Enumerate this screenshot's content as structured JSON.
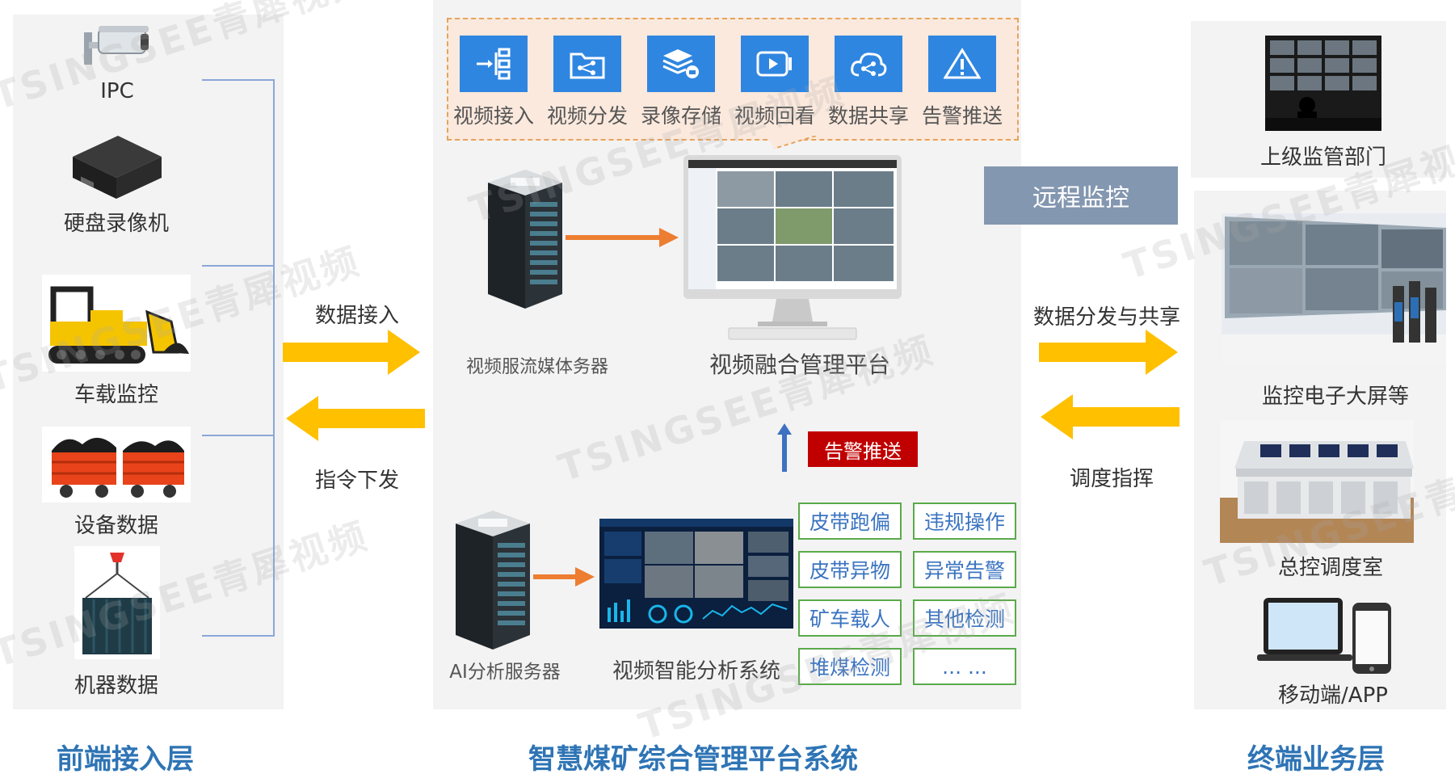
{
  "colors": {
    "accent_blue": "#2e74b5",
    "icon_blue": "#2f86e0",
    "arrow_yellow": "#ffc000",
    "arrow_orange": "#ed7d31",
    "alert_red": "#c00000",
    "tag_border": "#5aaa4a",
    "remote_box": "#8497b0"
  },
  "left": {
    "devices": [
      {
        "label": "IPC",
        "icon": "camera-icon"
      },
      {
        "label": "硬盘录像机",
        "icon": "dvr-icon"
      },
      {
        "label": "车载监控",
        "icon": "bulldozer-icon"
      },
      {
        "label": "设备数据",
        "icon": "mine-cart-icon"
      },
      {
        "label": "机器数据",
        "icon": "container-crane-icon"
      }
    ],
    "title": "前端接入层"
  },
  "arrows": {
    "left_in": "数据接入",
    "left_out": "指令下发",
    "right_out": "数据分发与共享",
    "right_in": "调度指挥"
  },
  "center": {
    "functions": [
      {
        "label": "视频接入",
        "icon": "video-access-icon"
      },
      {
        "label": "视频分发",
        "icon": "share-folder-icon"
      },
      {
        "label": "录像存储",
        "icon": "storage-icon"
      },
      {
        "label": "视频回看",
        "icon": "playback-icon"
      },
      {
        "label": "数据共享",
        "icon": "cloud-share-icon"
      },
      {
        "label": "告警推送",
        "icon": "warning-icon"
      }
    ],
    "media_server": "视频服流媒体务器",
    "platform": "视频融合管理平台",
    "alert_push": "告警推送",
    "ai_server": "AI分析服务器",
    "analysis_system": "视频智能分析系统",
    "tags": [
      "皮带跑偏",
      "违规操作",
      "皮带异物",
      "异常告警",
      "矿车载人",
      "其他检测",
      "堆煤检测",
      "... ..."
    ],
    "title": "智慧煤矿综合管理平台系统"
  },
  "right": {
    "remote": "远程监控",
    "terminals": [
      {
        "label": "上级监管部门",
        "icon": "monitoring-room-image"
      },
      {
        "label": "监控电子大屏等",
        "icon": "video-wall-image"
      },
      {
        "label": "总控调度室",
        "icon": "control-desk-image"
      },
      {
        "label": "移动端/APP",
        "icon": "mobile-devices-icon"
      }
    ],
    "title": "终端业务层"
  },
  "watermark": "TSINGSEE青犀视频"
}
